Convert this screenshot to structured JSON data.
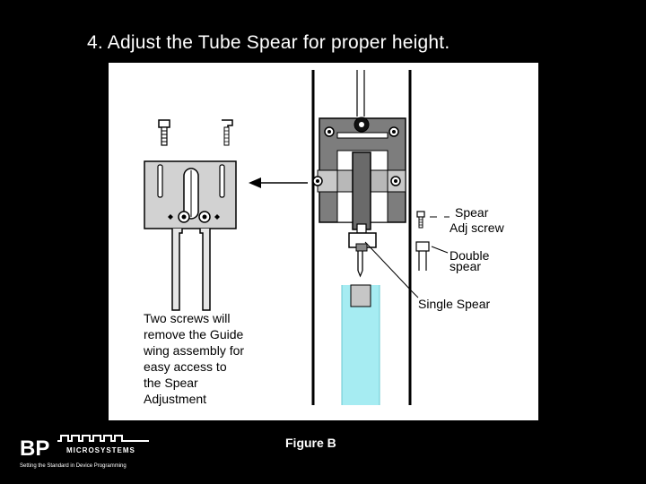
{
  "slide": {
    "title": "4. Adjust the Tube Spear for proper height.",
    "caption": "Figure B"
  },
  "figure": {
    "note_lines": [
      "Two screws will",
      "remove the Guide",
      "wing assembly for",
      "easy access to",
      "the Spear",
      "Adjustment"
    ],
    "spear_adj_lines": [
      "Spear",
      "Adj screw"
    ],
    "double_spear_lines": [
      "Double",
      "spear"
    ],
    "single_spear": "Single Spear",
    "colors": {
      "tube": "#a6ecf2",
      "frame_gray": "#7d7d7d",
      "dark_gray": "#555555"
    }
  },
  "logo": {
    "brand": "BP",
    "sub": "MICROSYSTEMS",
    "tagline": "Setting the Standard in Device Programming"
  }
}
